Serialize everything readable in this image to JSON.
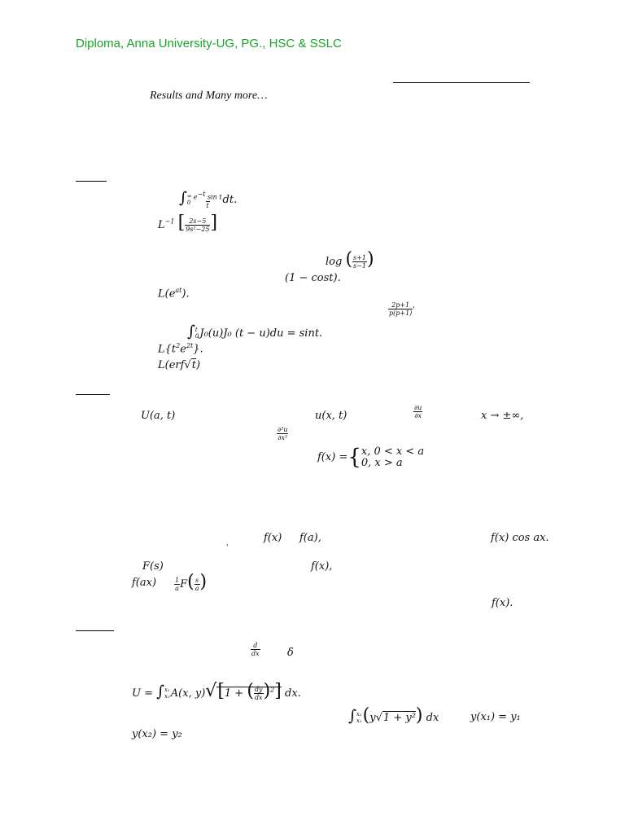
{
  "header": {
    "title": "Diploma, Anna University-UG, PG., HSC & SSLC",
    "title_color": "#1aa32a",
    "subtitle": "Results and Many more…"
  },
  "part1": {
    "q1": "∫",
    "q1_upper": "∞",
    "q1_lower": "0",
    "q1_num": "e",
    "q1_num_sup": "−t",
    "q1_num_rest": "sin t",
    "q1_den": "t",
    "q1_tail": "dt.",
    "q2_L": "L",
    "q2_sup": "−1",
    "q2_num": "2s−5",
    "q2_den": "9s²−25",
    "q3_log": "log",
    "q3_num": "s+1",
    "q3_den": "s−1",
    "q4": "(1 − cost).",
    "q5_L": "L(e",
    "q5_sup": "at",
    "q5_tail": ").",
    "q6_num": "2p+1",
    "q6_den": "p(p+1)",
    "q6_tail": "'",
    "q7_expr": "J₀(u)J₀ (t − u)du = sint.",
    "q7_upper": "t",
    "q7_lower": "0",
    "q8_a": "L{t",
    "q8_sup1": "2",
    "q8_b": "e",
    "q8_sup2": "2t",
    "q8_c": "}.",
    "q9_a": "L(erf",
    "q9_rad": "t",
    "q9_c": ")"
  },
  "part2": {
    "u_cap": "U(a, t)",
    "u_small": "u(x, t)",
    "du_num": "∂u",
    "du_den": "∂x",
    "limit": "x → ±∞,",
    "d2u_num": "∂²u",
    "d2u_den": "∂x²",
    "fx_lhs": "f(x) =",
    "fx_case1": "x,  0 < x < a",
    "fx_case2": "0,     x > a",
    "f_of_x": "f(x)",
    "f_of_a": "f(a),",
    "fcos": "f(x) cos ax.",
    "tick": "'",
    "Fs": "F(s)",
    "fx_comma": "f(x),",
    "fax": "f(ax)",
    "inv_num": "1",
    "inv_den": "a",
    "F_letter": "F",
    "s_num": "s",
    "s_den": "a",
    "fx_end": "f(x)."
  },
  "part3": {
    "d_num": "d",
    "d_den": "dx",
    "delta": "δ",
    "U_eq": "U =",
    "U_upper": "x₁",
    "U_lower": "x₀",
    "U_expr": "A(x, y)",
    "dy_num": "dy",
    "dy_den": "dx",
    "U_tail": "dx.",
    "int_upper": "x₂",
    "int_lower": "x₁",
    "int_expr_a": "y",
    "int_expr_b": "1 + y²",
    "int_tail": "dx",
    "cond1": "y(x₁) = y₁",
    "cond2": "y(x₂) = y₂"
  }
}
